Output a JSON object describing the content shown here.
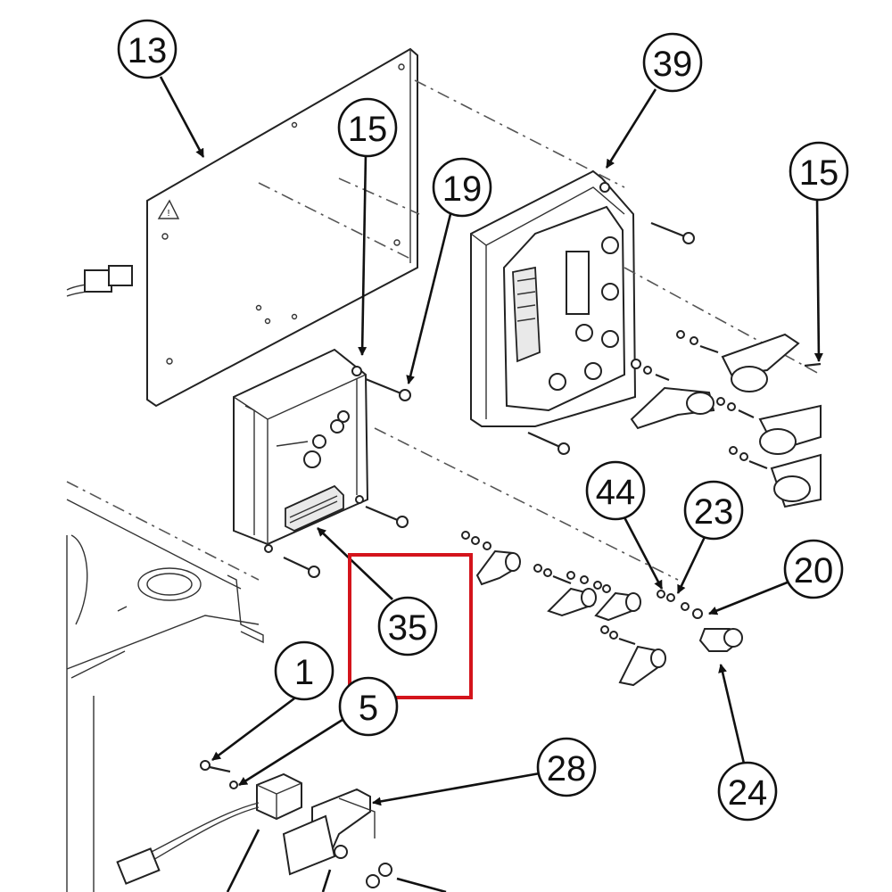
{
  "callouts": {
    "c13": "13",
    "c15a": "15",
    "c19": "19",
    "c39": "39",
    "c15b": "15",
    "c44": "44",
    "c23": "23",
    "c20": "20",
    "c35": "35",
    "c1": "1",
    "c5": "5",
    "c28": "28",
    "c24": "24"
  },
  "highlight": {
    "color": "#d4141c",
    "target_callout": "35"
  }
}
